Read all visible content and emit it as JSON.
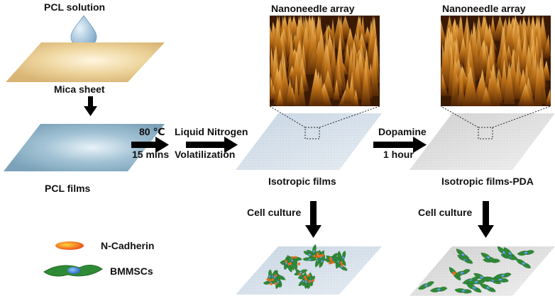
{
  "labels": {
    "pcl_solution": "PCL solution",
    "mica_sheet": "Mica sheet",
    "pcl_films": "PCL films",
    "temp": "80 ℃",
    "time": "15 mins",
    "liquid_nitrogen": "Liquid Nitrogen",
    "volatilization": "Volatilization",
    "nanoneedle_array_1": "Nanoneedle array",
    "nanoneedle_array_2": "Nanoneedle array",
    "isotropic_films": "Isotropic films",
    "dopamine": "Dopamine",
    "one_hour": "1 hour",
    "isotropic_films_pda": "Isotropic films-PDA",
    "cell_culture_1": "Cell culture",
    "cell_culture_2": "Cell culture",
    "n_cadherin": "N-Cadherin",
    "bmmscs": "BMMSCs"
  },
  "colors": {
    "mica": "#e9cf95",
    "pcl_film": "#8fb4c8",
    "iso_film": "#d6e0ea",
    "pda_film": "#e4e4e4",
    "nanoneedle": "#b2600f",
    "cell_green": "#2f8a35",
    "nucleus": "#2d6fd0",
    "n_cadherin": "#f06a1c",
    "drop": "#8fb8d6"
  }
}
